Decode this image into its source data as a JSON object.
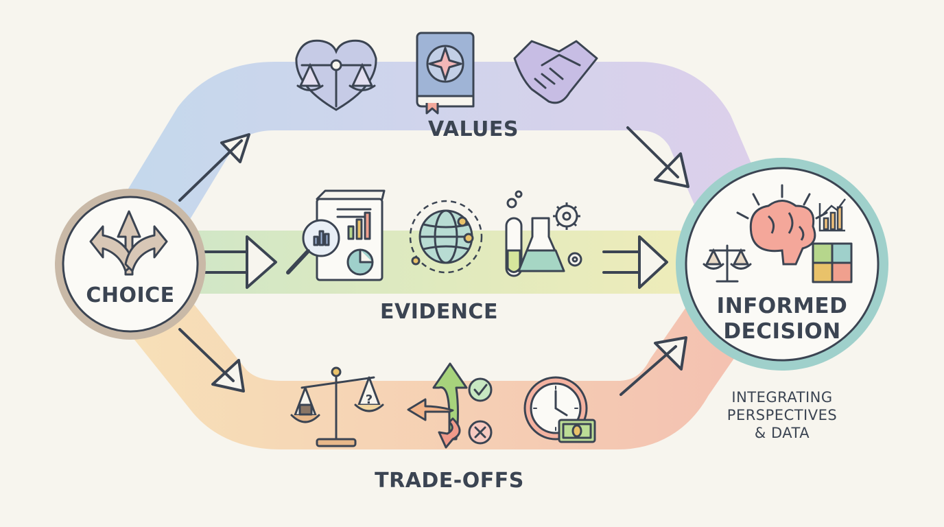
{
  "nodes": {
    "choice": "CHOICE",
    "decision": [
      "INFORMED",
      "DECISION"
    ]
  },
  "paths": {
    "values": "VALUES",
    "evidence": "EVIDENCE",
    "tradeoffs": "TRADE-OFFS"
  },
  "subtitle": [
    "INTEGRATING",
    "PERSPECTIVES",
    "& DATA"
  ],
  "colors": {
    "values_band": "#c8cfea",
    "evidence_band": "#d4e6bc",
    "tradeoffs_band": "#f5c8a8",
    "circle_ring_choice": "#c9b9a7",
    "circle_ring_decision": "#9fd0cb",
    "stroke": "#3b4452"
  },
  "icons": {
    "values": [
      "heart-scale-icon",
      "compass-book-icon",
      "handshake-icon"
    ],
    "evidence": [
      "data-report-magnifier-icon",
      "globe-network-icon",
      "lab-flask-gears-icon"
    ],
    "tradeoffs": [
      "unbalanced-scale-question-icon",
      "branching-arrows-check-cross-icon",
      "clock-money-icon"
    ],
    "choice": [
      "three-way-arrows-icon"
    ],
    "decision": [
      "brain-icon",
      "scale-icon",
      "puzzle-icon",
      "growth-chart-icon"
    ]
  }
}
